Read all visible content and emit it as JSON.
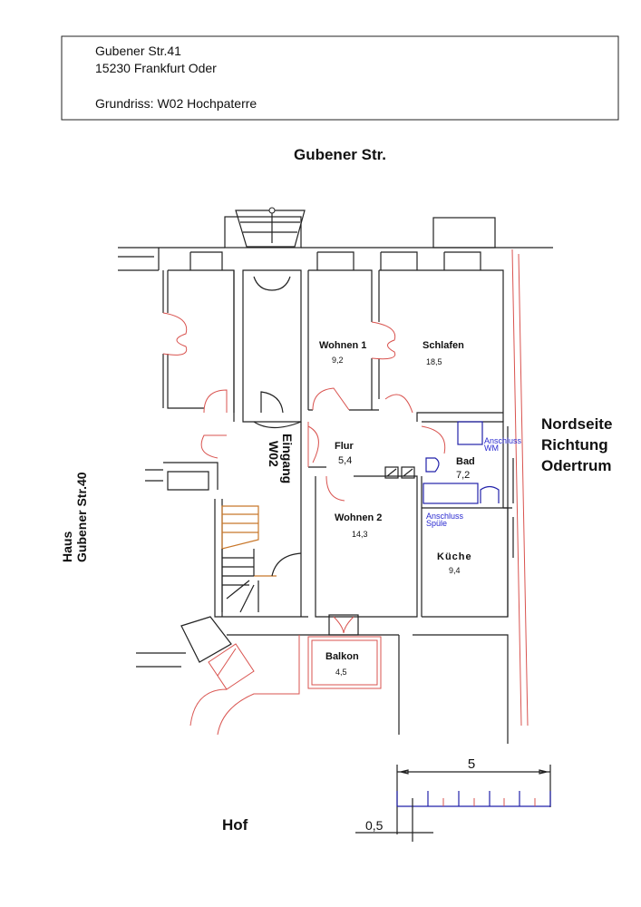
{
  "header": {
    "address_line1": "Gubener Str.41",
    "address_line2": "15230 Frankfurt Oder",
    "plan_label": "Grundriss: W02   Hochpaterre"
  },
  "street_label": "Gubener Str.",
  "neighbor_label": {
    "line1": "Haus",
    "line2": "Gubener Str.40"
  },
  "orientation_label": {
    "line1": "Nordseite",
    "line2": "Richtung",
    "line3": "Odertrum"
  },
  "entrance_label": {
    "line1": "Eingang",
    "line2": "W02"
  },
  "courtyard_label": "Hof",
  "rooms": [
    {
      "name": "Wohnen 1",
      "area": "9,2"
    },
    {
      "name": "Schlafen",
      "area": "18,5"
    },
    {
      "name": "Flur",
      "area": "5,4"
    },
    {
      "name": "Bad",
      "area": "7,2"
    },
    {
      "name": "Wohnen 2",
      "area": "14,3"
    },
    {
      "name": "Küche",
      "area": "9,4"
    },
    {
      "name": "Balkon",
      "area": "4,5"
    }
  ],
  "annotations": {
    "wm": {
      "line1": "Anschluss",
      "line2": "WM"
    },
    "spuele": {
      "line1": "Anschluss",
      "line2": "Spüle"
    }
  },
  "scale": {
    "total": "5",
    "unit": "0,5"
  },
  "colors": {
    "wall": "#222222",
    "door": "#d9534f",
    "fixture": "#2222aa",
    "stair": "#c8772a"
  }
}
